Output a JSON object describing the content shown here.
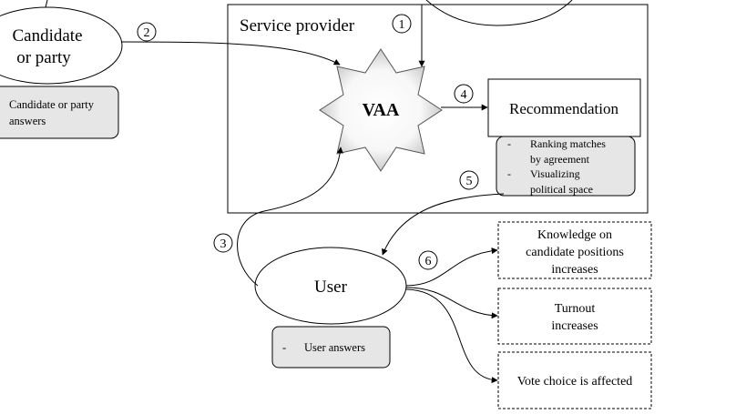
{
  "diagram": {
    "nodes": {
      "candidate": {
        "line1": "Candidate",
        "line2": "or party"
      },
      "candidate_answers": {
        "line1": "Candidate  or party",
        "line2": "answers"
      },
      "service_provider": {
        "label": "Service provider"
      },
      "vaa": {
        "label": "VAA"
      },
      "recommendation": {
        "label": "Recommendation"
      },
      "recommendation_notes": {
        "item1_line1": "Ranking matches",
        "item1_line2": "by agreement",
        "item2_line1": "Visualizing",
        "item2_line2": "political  space",
        "bullet": "-"
      },
      "user": {
        "label": "User"
      },
      "user_answers": {
        "bullet": "-",
        "label": "User answers"
      },
      "outcome_knowledge": {
        "line1": "Knowledge on",
        "line2": "candidate positions",
        "line3": "increases"
      },
      "outcome_turnout": {
        "line1": "Turnout",
        "line2": "increases"
      },
      "outcome_vote": {
        "label": "Vote choice is affected"
      }
    },
    "steps": {
      "s1": "1",
      "s2": "2",
      "s3": "3",
      "s4": "4",
      "s5": "5",
      "s6": "6"
    },
    "colors": {
      "stroke": "#000000",
      "note_fill": "#e6e6e6",
      "text": "#000000"
    }
  }
}
